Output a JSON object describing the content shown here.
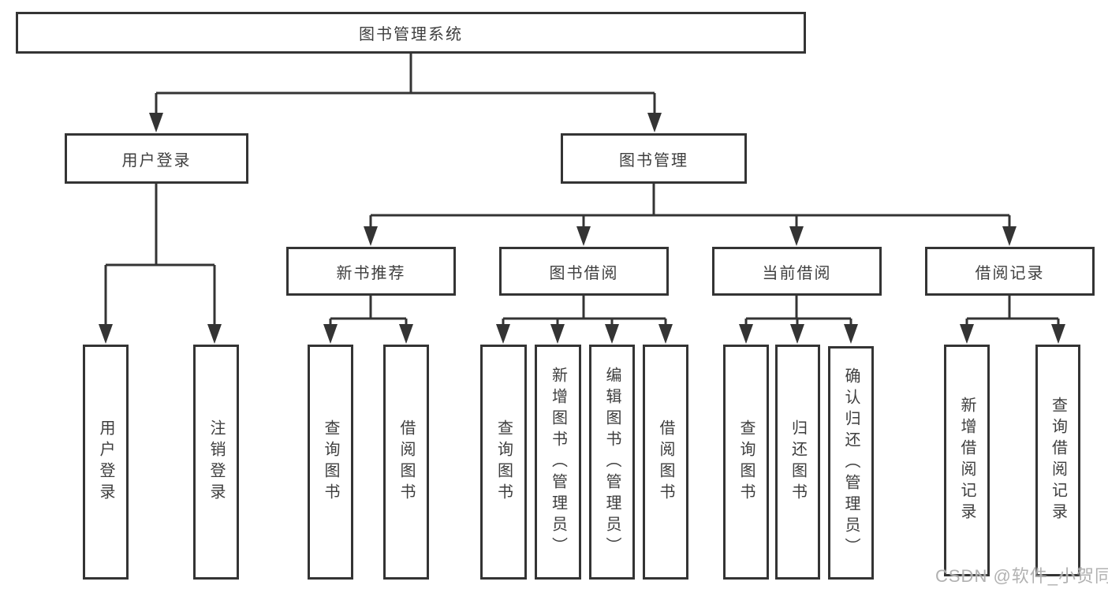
{
  "tree": {
    "root": {
      "label": "图书管理系统"
    },
    "branches": [
      {
        "label": "用户登录",
        "children": [
          {
            "label": "用户登录"
          },
          {
            "label": "注销登录"
          }
        ]
      },
      {
        "label": "图书管理",
        "children": [
          {
            "label": "新书推荐",
            "children": [
              {
                "label": "查询图书"
              },
              {
                "label": "借阅图书"
              }
            ]
          },
          {
            "label": "图书借阅",
            "children": [
              {
                "label": "查询图书"
              },
              {
                "label": "新增图书（管理员）"
              },
              {
                "label": "编辑图书（管理员）"
              },
              {
                "label": "借阅图书"
              }
            ]
          },
          {
            "label": "当前借阅",
            "children": [
              {
                "label": "查询图书"
              },
              {
                "label": "归还图书"
              },
              {
                "label": "确认归还（管理员）"
              }
            ]
          },
          {
            "label": "借阅记录",
            "children": [
              {
                "label": "新增借阅记录"
              },
              {
                "label": "查询借阅记录"
              }
            ]
          }
        ]
      }
    ]
  },
  "watermark": {
    "text": "CSDN @软件_小贺同学"
  },
  "colors": {
    "line": "#343434",
    "box_border": "#343434",
    "text": "#3e3e3e",
    "watermark": "#a8a8a8",
    "background": "#ffffff"
  }
}
